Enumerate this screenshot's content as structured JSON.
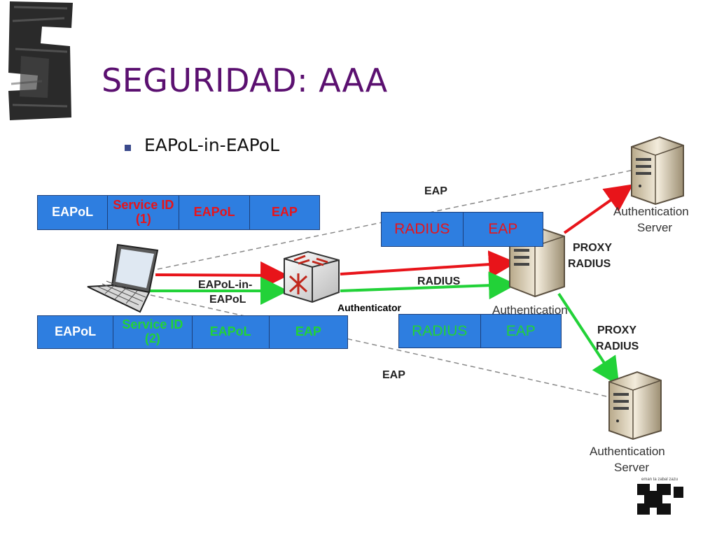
{
  "title": "SEGURIDAD: AAA",
  "bullet": "EAPoL-in-EAPoL",
  "packet_top_left": [
    "EAPoL",
    "Service ID (1)",
    "EAPoL",
    "EAP"
  ],
  "packet_bottom_left": [
    "EAPoL",
    "Service ID (2)",
    "EAPoL",
    "EAP"
  ],
  "packet_top_mid": [
    "RADIUS",
    "EAP"
  ],
  "packet_bottom_mid": [
    "RADIUS",
    "EAP"
  ],
  "labels": {
    "eap_top": "EAP",
    "eap_bottom": "EAP",
    "eapol_in_eapol_1": "EAPoL-in-",
    "eapol_in_eapol_2": "EAPoL",
    "authenticator": "Authenticator",
    "radius": "RADIUS",
    "proxy_radius_1": "PROXY",
    "proxy_radius_2": "RADIUS",
    "auth_server_1": "Authentication",
    "auth_server_2": "Server",
    "auth_partial": "Authentication",
    "logo_caption": "eman ta zabal zazu"
  },
  "colors": {
    "title": "#5b1070",
    "packet_fill": "#2e7ee0",
    "red_flow": "#e8141a",
    "green_flow": "#22d238"
  },
  "icons": [
    "grunge-logo",
    "laptop-icon",
    "switch-icon",
    "server-icon",
    "university-logo"
  ]
}
